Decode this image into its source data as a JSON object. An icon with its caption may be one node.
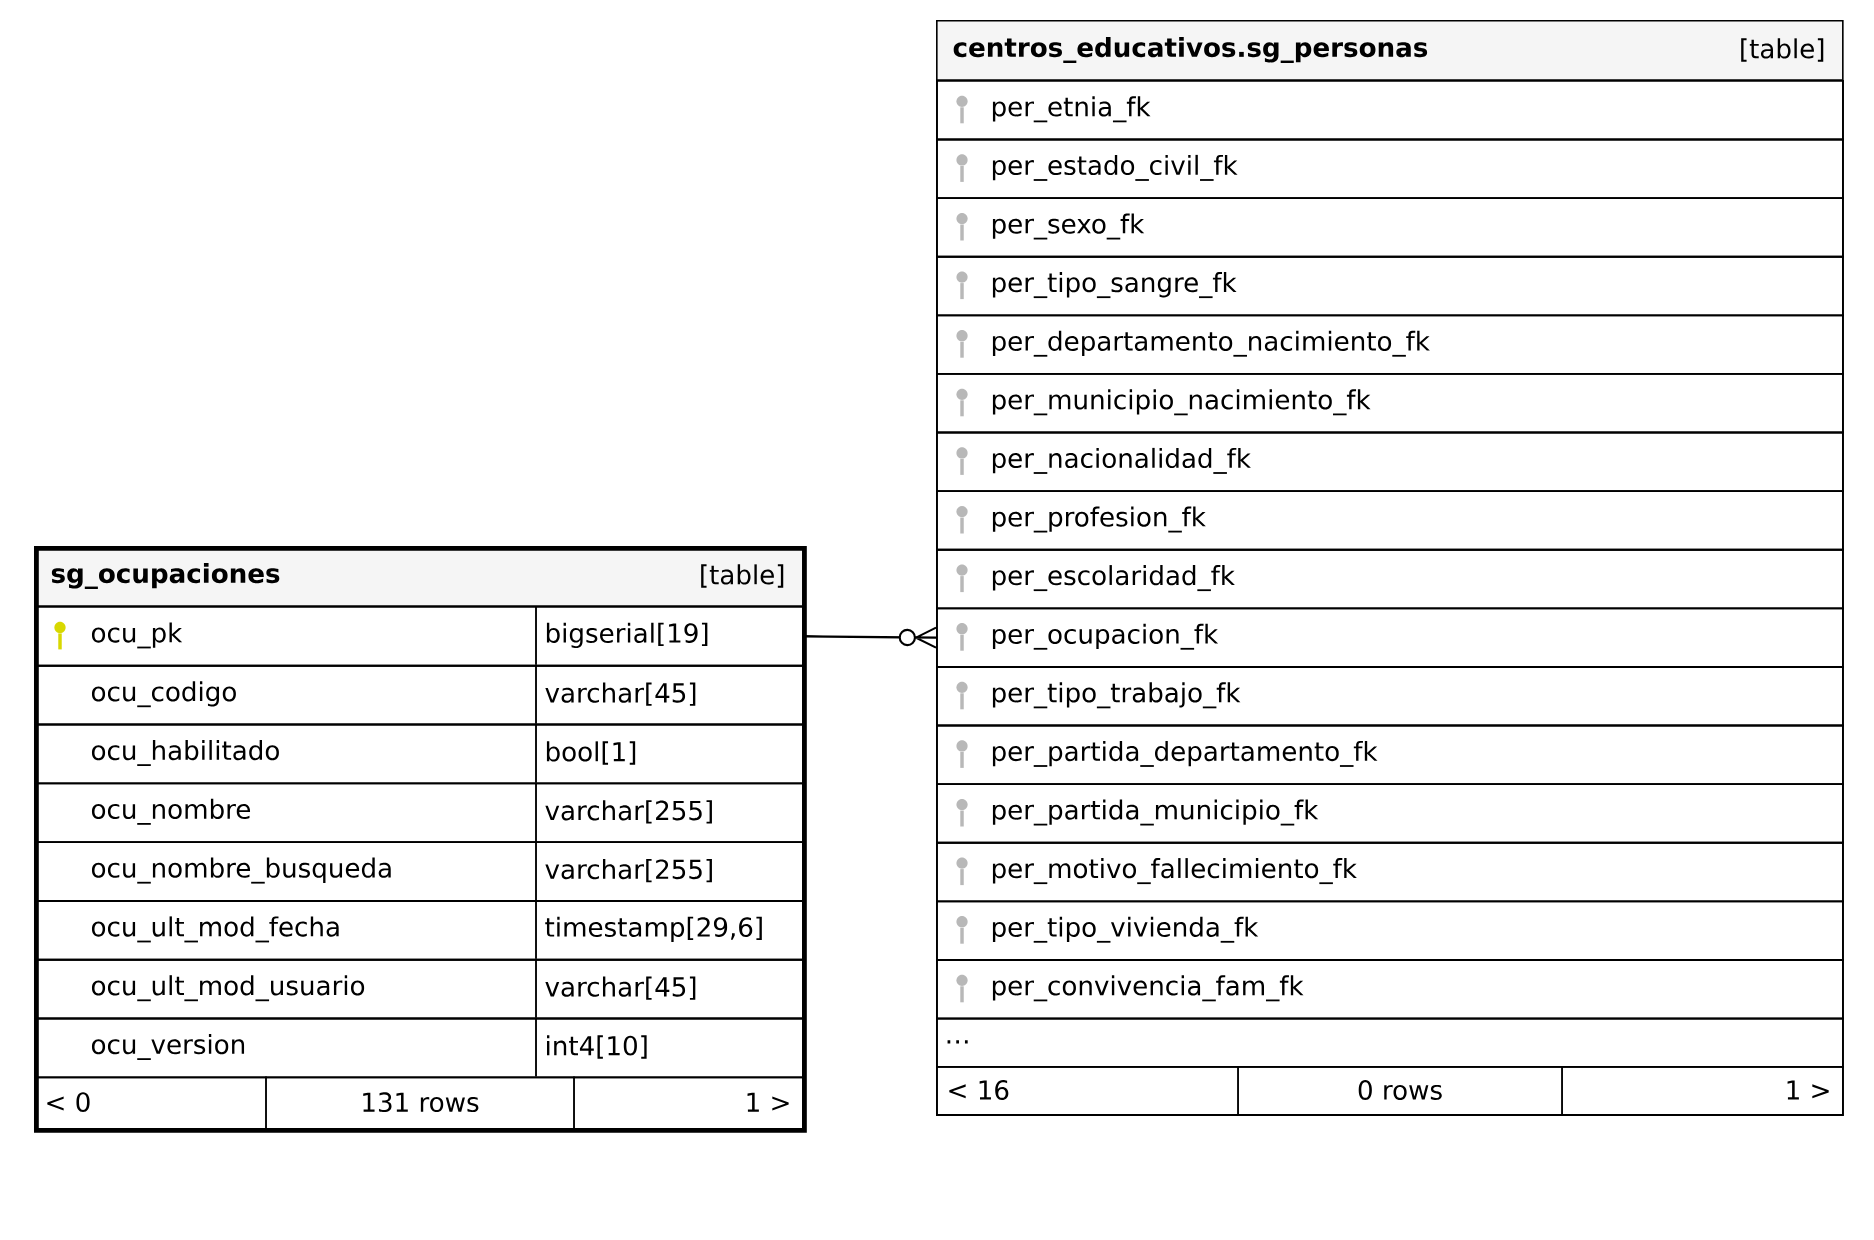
{
  "diagram": {
    "nodes": [
      {
        "text": [
          "sg_ocupaciones",
          "[table]"
        ]
      },
      {
        "text": [
          "ocu_pk",
          "bigserial[19]"
        ],
        "in": 0
      },
      {
        "text": [
          "ocu_codigo",
          "varchar[45]"
        ],
        "in": 0
      },
      {
        "text": [
          "ocu_habilitado",
          "bool[1]"
        ],
        "in": 0
      },
      {
        "text": [
          "ocu_nombre",
          "varchar[255]"
        ],
        "in": 0
      },
      {
        "text": [
          "ocu_nombre_busqueda",
          "varchar[255]"
        ],
        "in": 0
      },
      {
        "text": [
          "ocu_ult_mod_fecha",
          "timestamp[29,6]"
        ],
        "in": 0
      },
      {
        "text": [
          "ocu_ult_mod_usuario",
          "varchar[45]"
        ],
        "in": 0
      },
      {
        "text": [
          "ocu_version",
          "int4[10]"
        ],
        "in": 0
      },
      {
        "text": [
          "< 0",
          "131 rows",
          "1 >"
        ],
        "in": 0
      },
      {
        "text": [
          "centros_educativos.sg_personas",
          "[table]"
        ]
      },
      {
        "text": [
          "per_etnia_fk"
        ],
        "in": 10
      },
      {
        "text": [
          "per_estado_civil_fk"
        ],
        "in": 10
      },
      {
        "text": [
          "per_sexo_fk"
        ],
        "in": 10
      },
      {
        "text": [
          "per_tipo_sangre_fk"
        ],
        "in": 10
      },
      {
        "text": [
          "per_departamento_nacimiento_fk"
        ],
        "in": 10
      },
      {
        "text": [
          "per_municipio_nacimiento_fk"
        ],
        "in": 10
      },
      {
        "text": [
          "per_nacionalidad_fk"
        ],
        "in": 10
      },
      {
        "text": [
          "per_profesion_fk"
        ],
        "in": 10
      },
      {
        "text": [
          "per_escolaridad_fk"
        ],
        "in": 10
      },
      {
        "text": [
          "per_ocupacion_fk"
        ],
        "in": 10
      },
      {
        "text": [
          "per_tipo_trabajo_fk"
        ],
        "in": 10
      },
      {
        "text": [
          "per_partida_departamento_fk"
        ],
        "in": 10
      },
      {
        "text": [
          "per_partida_municipio_fk"
        ],
        "in": 10
      },
      {
        "text": [
          "per_motivo_fallecimiento_fk"
        ],
        "in": 10
      },
      {
        "text": [
          "per_tipo_vivienda_fk"
        ],
        "in": 10
      },
      {
        "text": [
          "per_convivencia_fam_fk"
        ],
        "in": 10
      },
      {
        "text": [
          "…"
        ],
        "in": 10
      },
      {
        "text": [
          "< 16",
          "0 rows",
          "1 >"
        ],
        "in": 10
      }
    ],
    "edges": [
      {
        "from": 1,
        "to": 20,
        "arrow": "other"
      }
    ]
  }
}
